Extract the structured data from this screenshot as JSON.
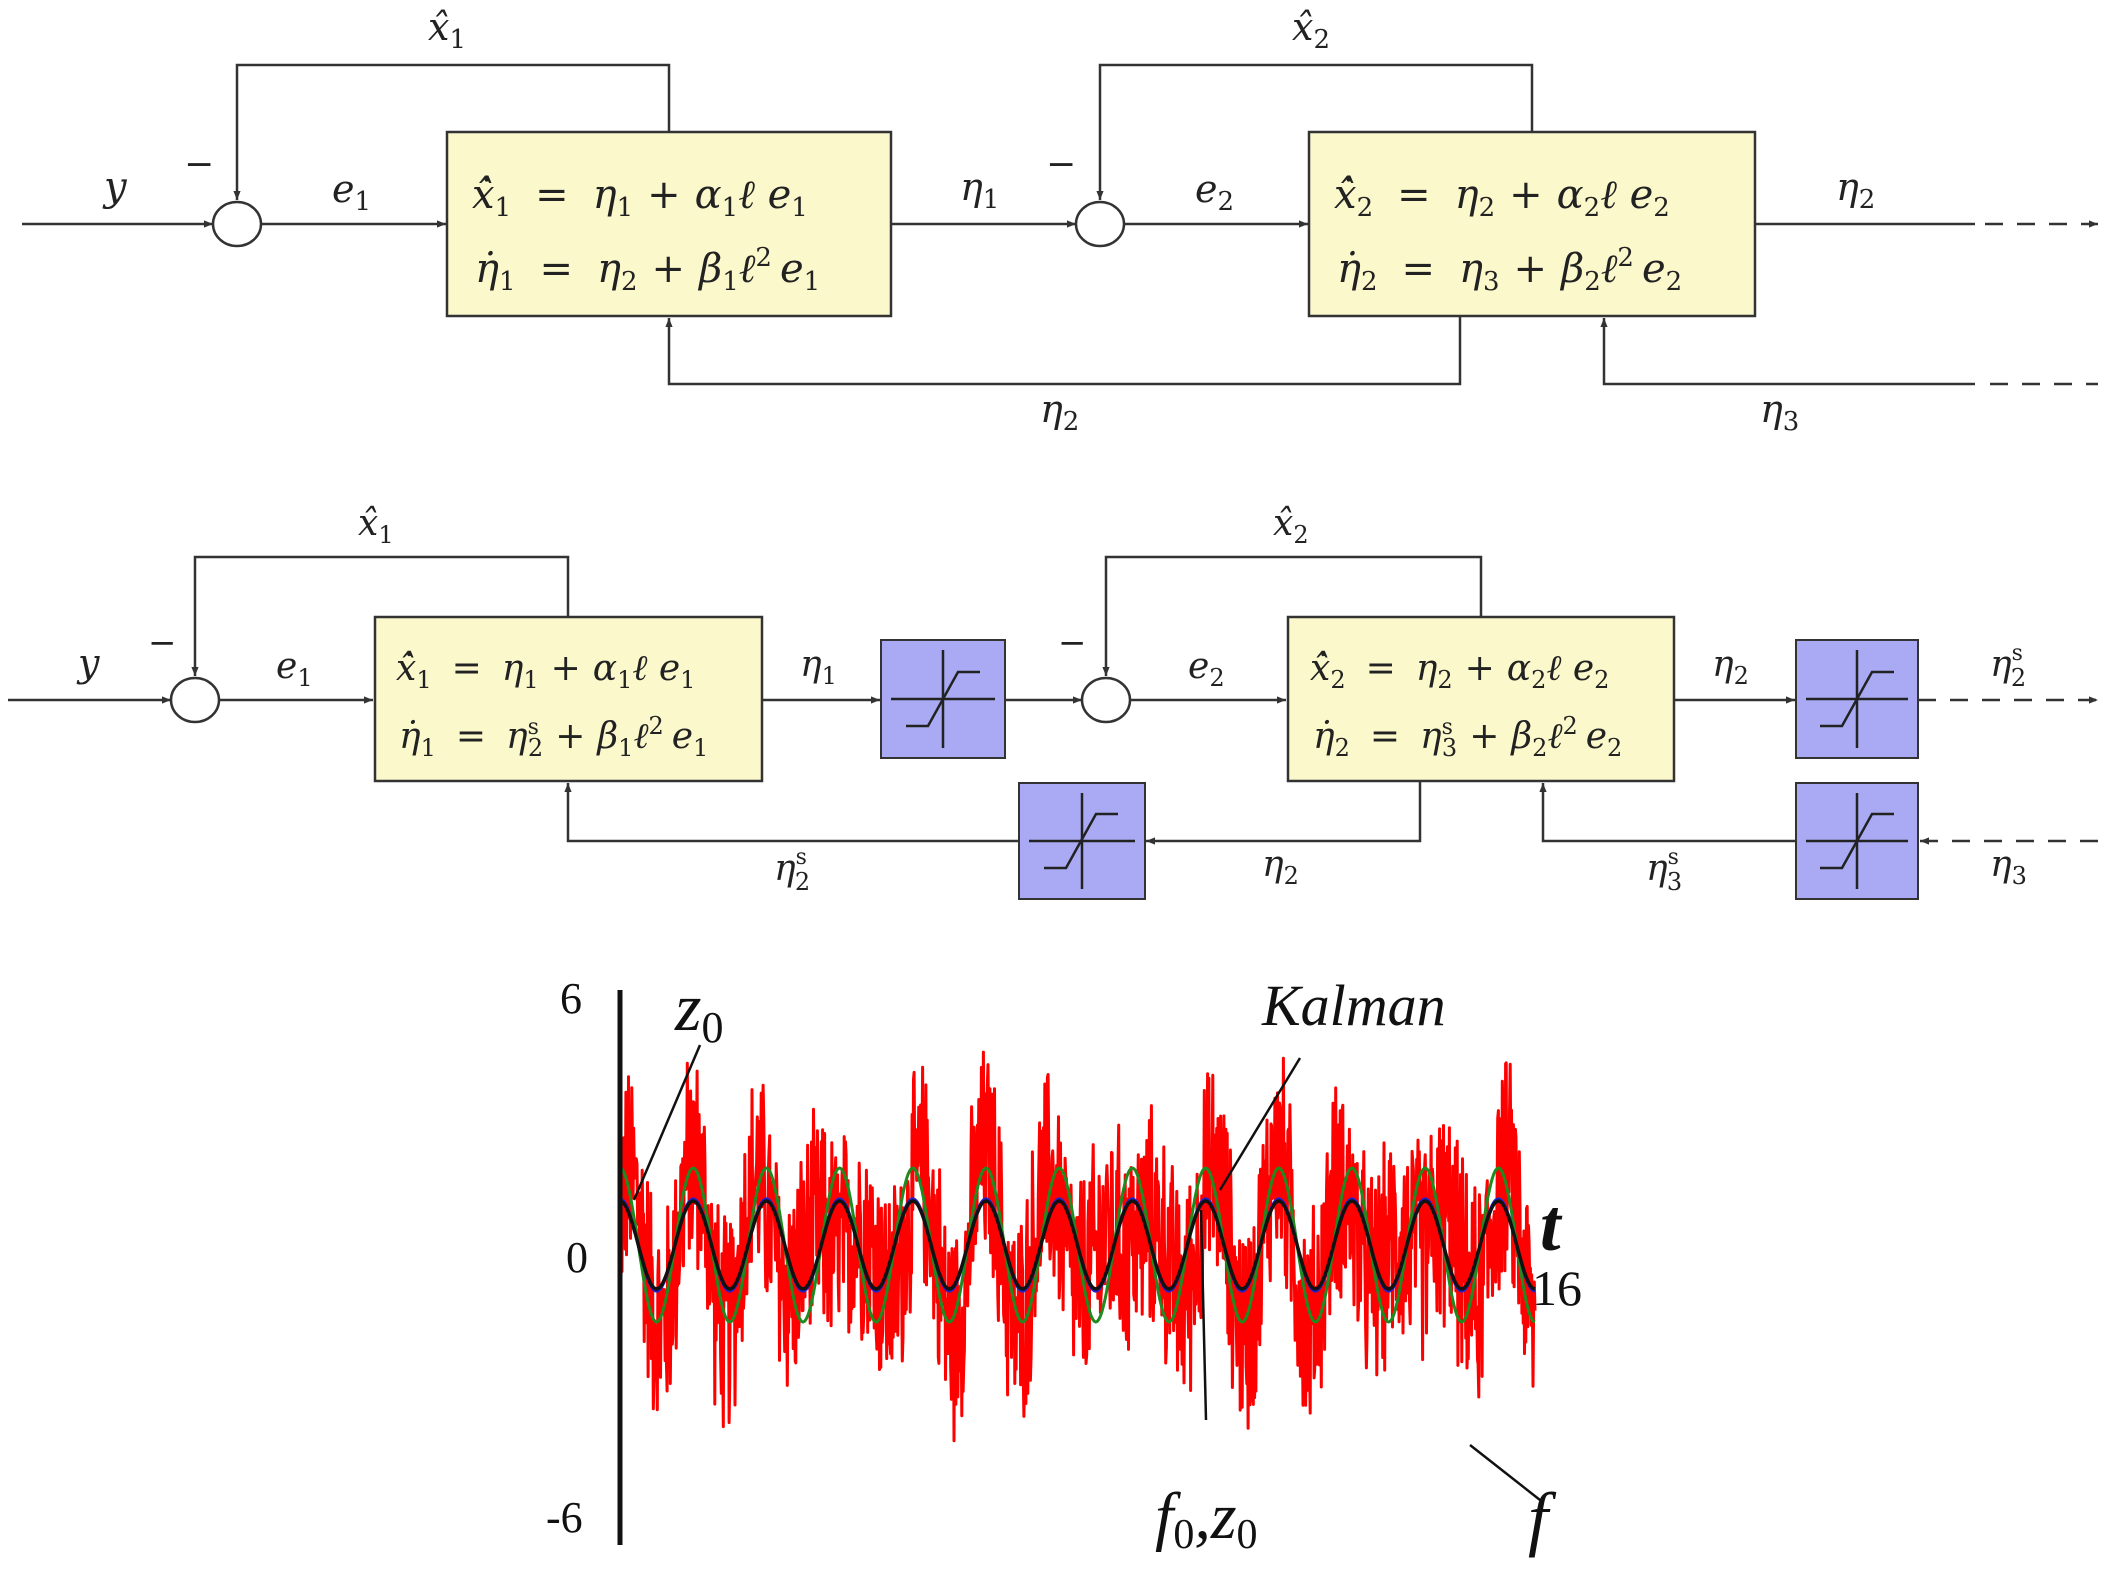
{
  "diagram1": {
    "input": "y",
    "minus1": "−",
    "minus2": "−",
    "e1": "e",
    "e1_sub": "1",
    "e2": "e",
    "e2_sub": "2",
    "xhat1": "x̂",
    "xhat1_sub": "1",
    "xhat2": "x̂",
    "xhat2_sub": "2",
    "eta1_out": "η",
    "eta1_out_sub": "1",
    "eta2_out": "η",
    "eta2_out_sub": "2",
    "eta2_fb": "η",
    "eta2_fb_sub": "2",
    "eta3_in": "η",
    "eta3_in_sub": "3",
    "block1": {
      "row1_lhs": "ẋ̂",
      "row1_lhs_sub": "1",
      "row1_rhs_a": "η",
      "row1_rhs_a_sub": "1",
      "row1_rhs_b": "α",
      "row1_rhs_b_sub": "1",
      "row1_rhs_c": "ℓ e",
      "row1_rhs_c_sub": "1",
      "row2_lhs": "η̇",
      "row2_lhs_sub": "1",
      "row2_rhs_a": "η",
      "row2_rhs_a_sub": "2",
      "row2_rhs_b": "β",
      "row2_rhs_b_sub": "1",
      "row2_rhs_c": "ℓ",
      "row2_rhs_c_sup": "2",
      "row2_rhs_d": "e",
      "row2_rhs_d_sub": "1"
    },
    "block2": {
      "row1_lhs": "ẋ̂",
      "row1_lhs_sub": "2",
      "row1_rhs_a": "η",
      "row1_rhs_a_sub": "2",
      "row1_rhs_b": "α",
      "row1_rhs_b_sub": "2",
      "row1_rhs_c": "ℓ e",
      "row1_rhs_c_sub": "2",
      "row2_lhs": "η̇",
      "row2_lhs_sub": "2",
      "row2_rhs_a": "η",
      "row2_rhs_a_sub": "3",
      "row2_rhs_b": "β",
      "row2_rhs_b_sub": "2",
      "row2_rhs_c": "ℓ",
      "row2_rhs_c_sup": "2",
      "row2_rhs_d": "e",
      "row2_rhs_d_sub": "2"
    },
    "eq_sign": "=",
    "plus_sign": "+"
  },
  "diagram2": {
    "input": "y",
    "minus1": "−",
    "minus2": "−",
    "e1": "e",
    "e1_sub": "1",
    "e2": "e",
    "e2_sub": "2",
    "xhat1": "x̂",
    "xhat1_sub": "1",
    "xhat2": "x̂",
    "xhat2_sub": "2",
    "eta1_out": "η",
    "eta1_out_sub": "1",
    "eta2_out": "η",
    "eta2_out_sub": "2",
    "eta2s_out": "η",
    "eta2s_out_sub": "2",
    "eta2s_out_sup": "s",
    "eta2_fb": "η",
    "eta2_fb_sub": "2",
    "eta2s_fb": "η",
    "eta2s_fb_sub": "2",
    "eta2s_fb_sup": "s",
    "eta3s_fb": "η",
    "eta3s_fb_sub": "3",
    "eta3s_fb_sup": "s",
    "eta3_in": "η",
    "eta3_in_sub": "3",
    "block1": {
      "row1_lhs": "ẋ̂",
      "row1_lhs_sub": "1",
      "row1_rhs_a": "η",
      "row1_rhs_a_sub": "1",
      "row1_rhs_b": "α",
      "row1_rhs_b_sub": "1",
      "row1_rhs_c": "ℓ e",
      "row1_rhs_c_sub": "1",
      "row2_lhs": "η̇",
      "row2_lhs_sub": "1",
      "row2_rhs_a": "η",
      "row2_rhs_a_sub": "2",
      "row2_rhs_a_sup": "s",
      "row2_rhs_b": "β",
      "row2_rhs_b_sub": "1",
      "row2_rhs_c": "ℓ",
      "row2_rhs_c_sup": "2",
      "row2_rhs_d": "e",
      "row2_rhs_d_sub": "1"
    },
    "block2": {
      "row1_lhs": "ẋ̂",
      "row1_lhs_sub": "2",
      "row1_rhs_a": "η",
      "row1_rhs_a_sub": "2",
      "row1_rhs_b": "α",
      "row1_rhs_b_sub": "2",
      "row1_rhs_c": "ℓ e",
      "row1_rhs_c_sub": "2",
      "row2_lhs": "η̇",
      "row2_lhs_sub": "2",
      "row2_rhs_a": "η",
      "row2_rhs_a_sub": "3",
      "row2_rhs_a_sup": "s",
      "row2_rhs_b": "β",
      "row2_rhs_b_sub": "2",
      "row2_rhs_c": "ℓ",
      "row2_rhs_c_sup": "2",
      "row2_rhs_d": "e",
      "row2_rhs_d_sub": "2"
    },
    "eq_sign": "=",
    "plus_sign": "+",
    "saturation_icon": "saturation-icon"
  },
  "chart_data": {
    "type": "line",
    "title": "",
    "xlabel": "t",
    "ylabel": "",
    "xlim": [
      0,
      16
    ],
    "ylim": [
      -6,
      6
    ],
    "y_ticks": [
      "6",
      "0",
      "-6"
    ],
    "x_end_label": "16",
    "annotations": {
      "z0_top": "z",
      "z0_top_sub": "0",
      "kalman": "Kalman",
      "f0_z0_f": "f",
      "f0_z0_f_sub": "0",
      "f0_z0_sep": ",",
      "f0_z0_z": "z",
      "f0_z0_z_sub": "0",
      "f": "f"
    },
    "series": [
      {
        "name": "f",
        "description_free": true,
        "color": "#ff0000",
        "signal": {
          "offset": 0,
          "sin_amp": 1.0,
          "sin_cycles": 12.5,
          "slow_amp": 1.0,
          "slow_cycles": 16,
          "noise_amp": 2.9
        }
      },
      {
        "name": "Kalman",
        "color": "#1f8a1f",
        "signal": {
          "sin_amp": 1.75,
          "sin_cycles": 12.5
        }
      },
      {
        "name": "z0",
        "color": "#2222cc",
        "signal": {
          "sin_amp": 1.05,
          "sin_cycles": 12.5
        }
      },
      {
        "name": "f0",
        "color": "#111111",
        "signal": {
          "sin_amp": 1.0,
          "sin_cycles": 12.5
        }
      }
    ],
    "colors": {
      "f": "#ff0000",
      "kalman": "#1f8a1f",
      "z0": "#2222cc",
      "f0": "#111111"
    }
  }
}
